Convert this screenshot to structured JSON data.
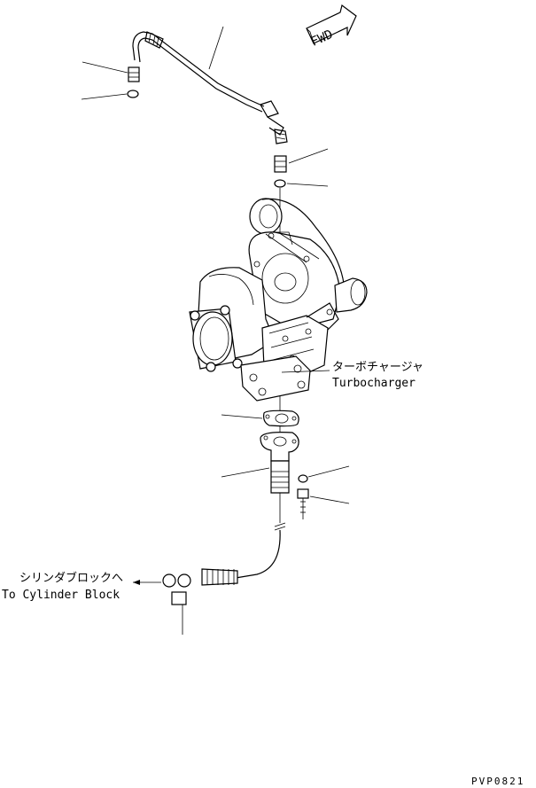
{
  "direction_marker": "FWD",
  "labels": {
    "turbocharger_jp": "ターボチャージャ",
    "turbocharger_en": "Turbocharger",
    "to_cylinder_block_jp": "シリンダブロックへ",
    "to_cylinder_block_en": "To Cylinder Block"
  },
  "drawing_code": "PVP0821",
  "colors": {
    "ink": "#000000",
    "paper": "#ffffff"
  }
}
